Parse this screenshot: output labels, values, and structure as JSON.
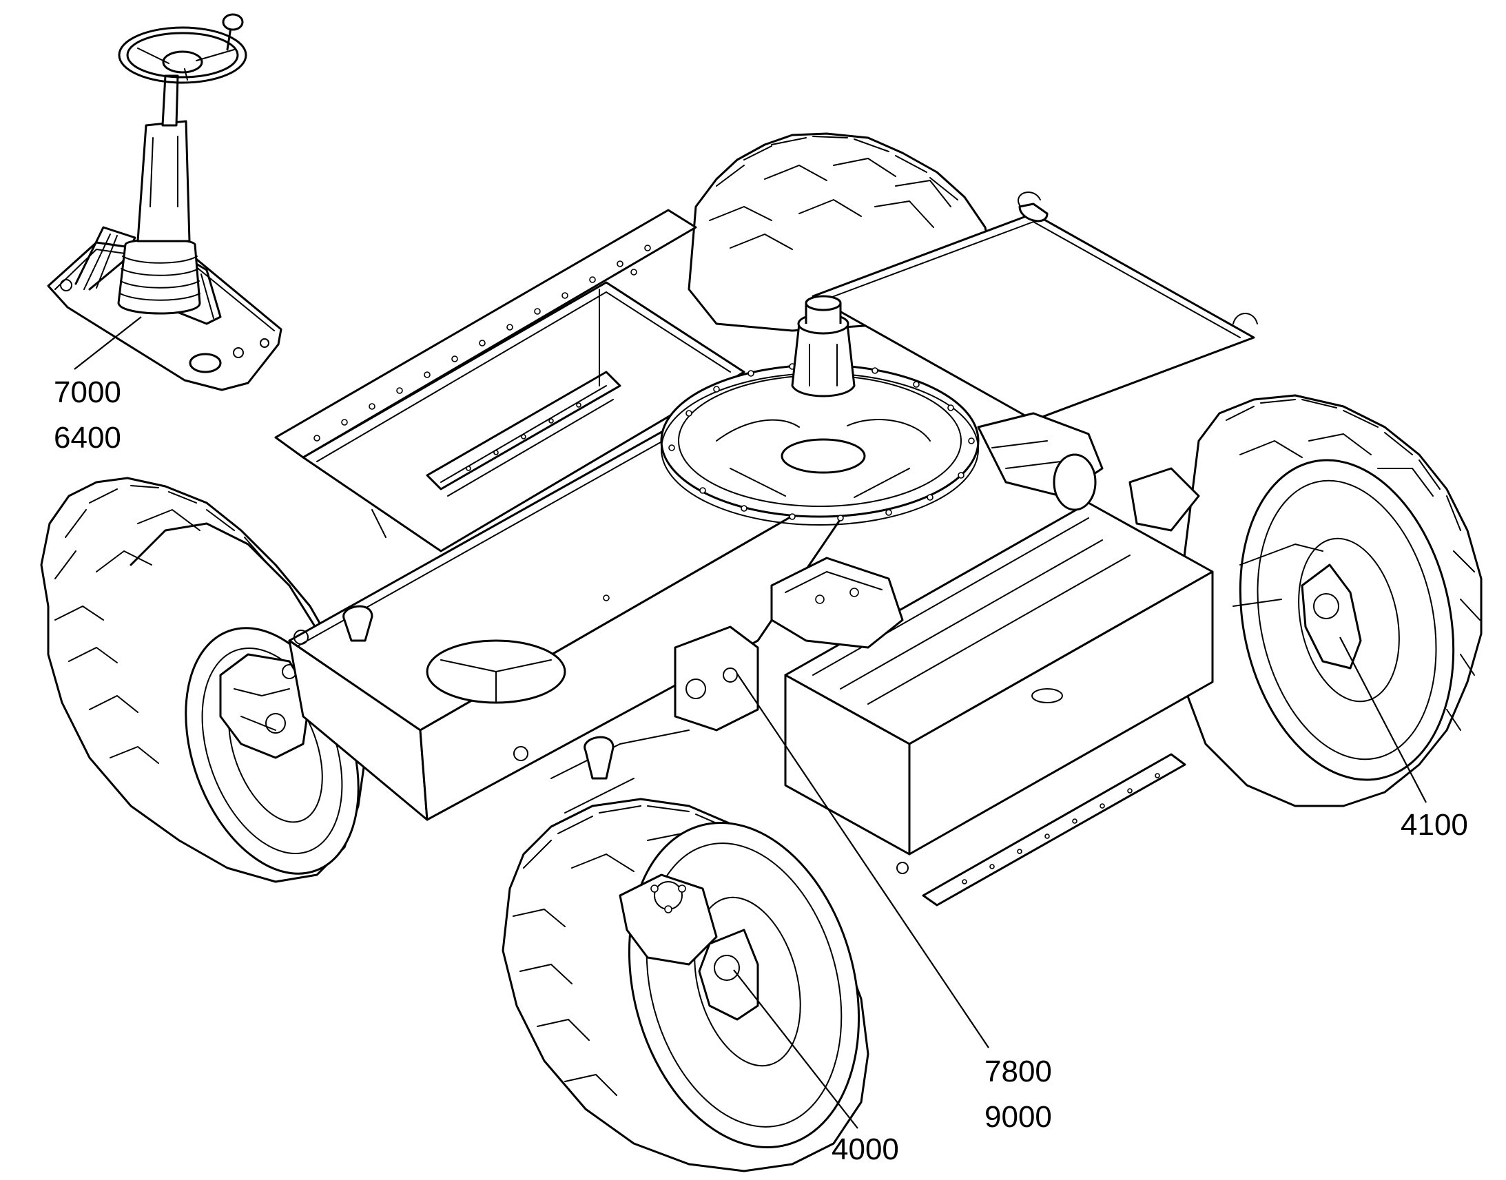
{
  "callouts": {
    "steering_column_a": "7000",
    "steering_column_b": "6400",
    "rear_axle": "4100",
    "chassis_a": "7800",
    "chassis_b": "9000",
    "front_axle": "4000"
  }
}
